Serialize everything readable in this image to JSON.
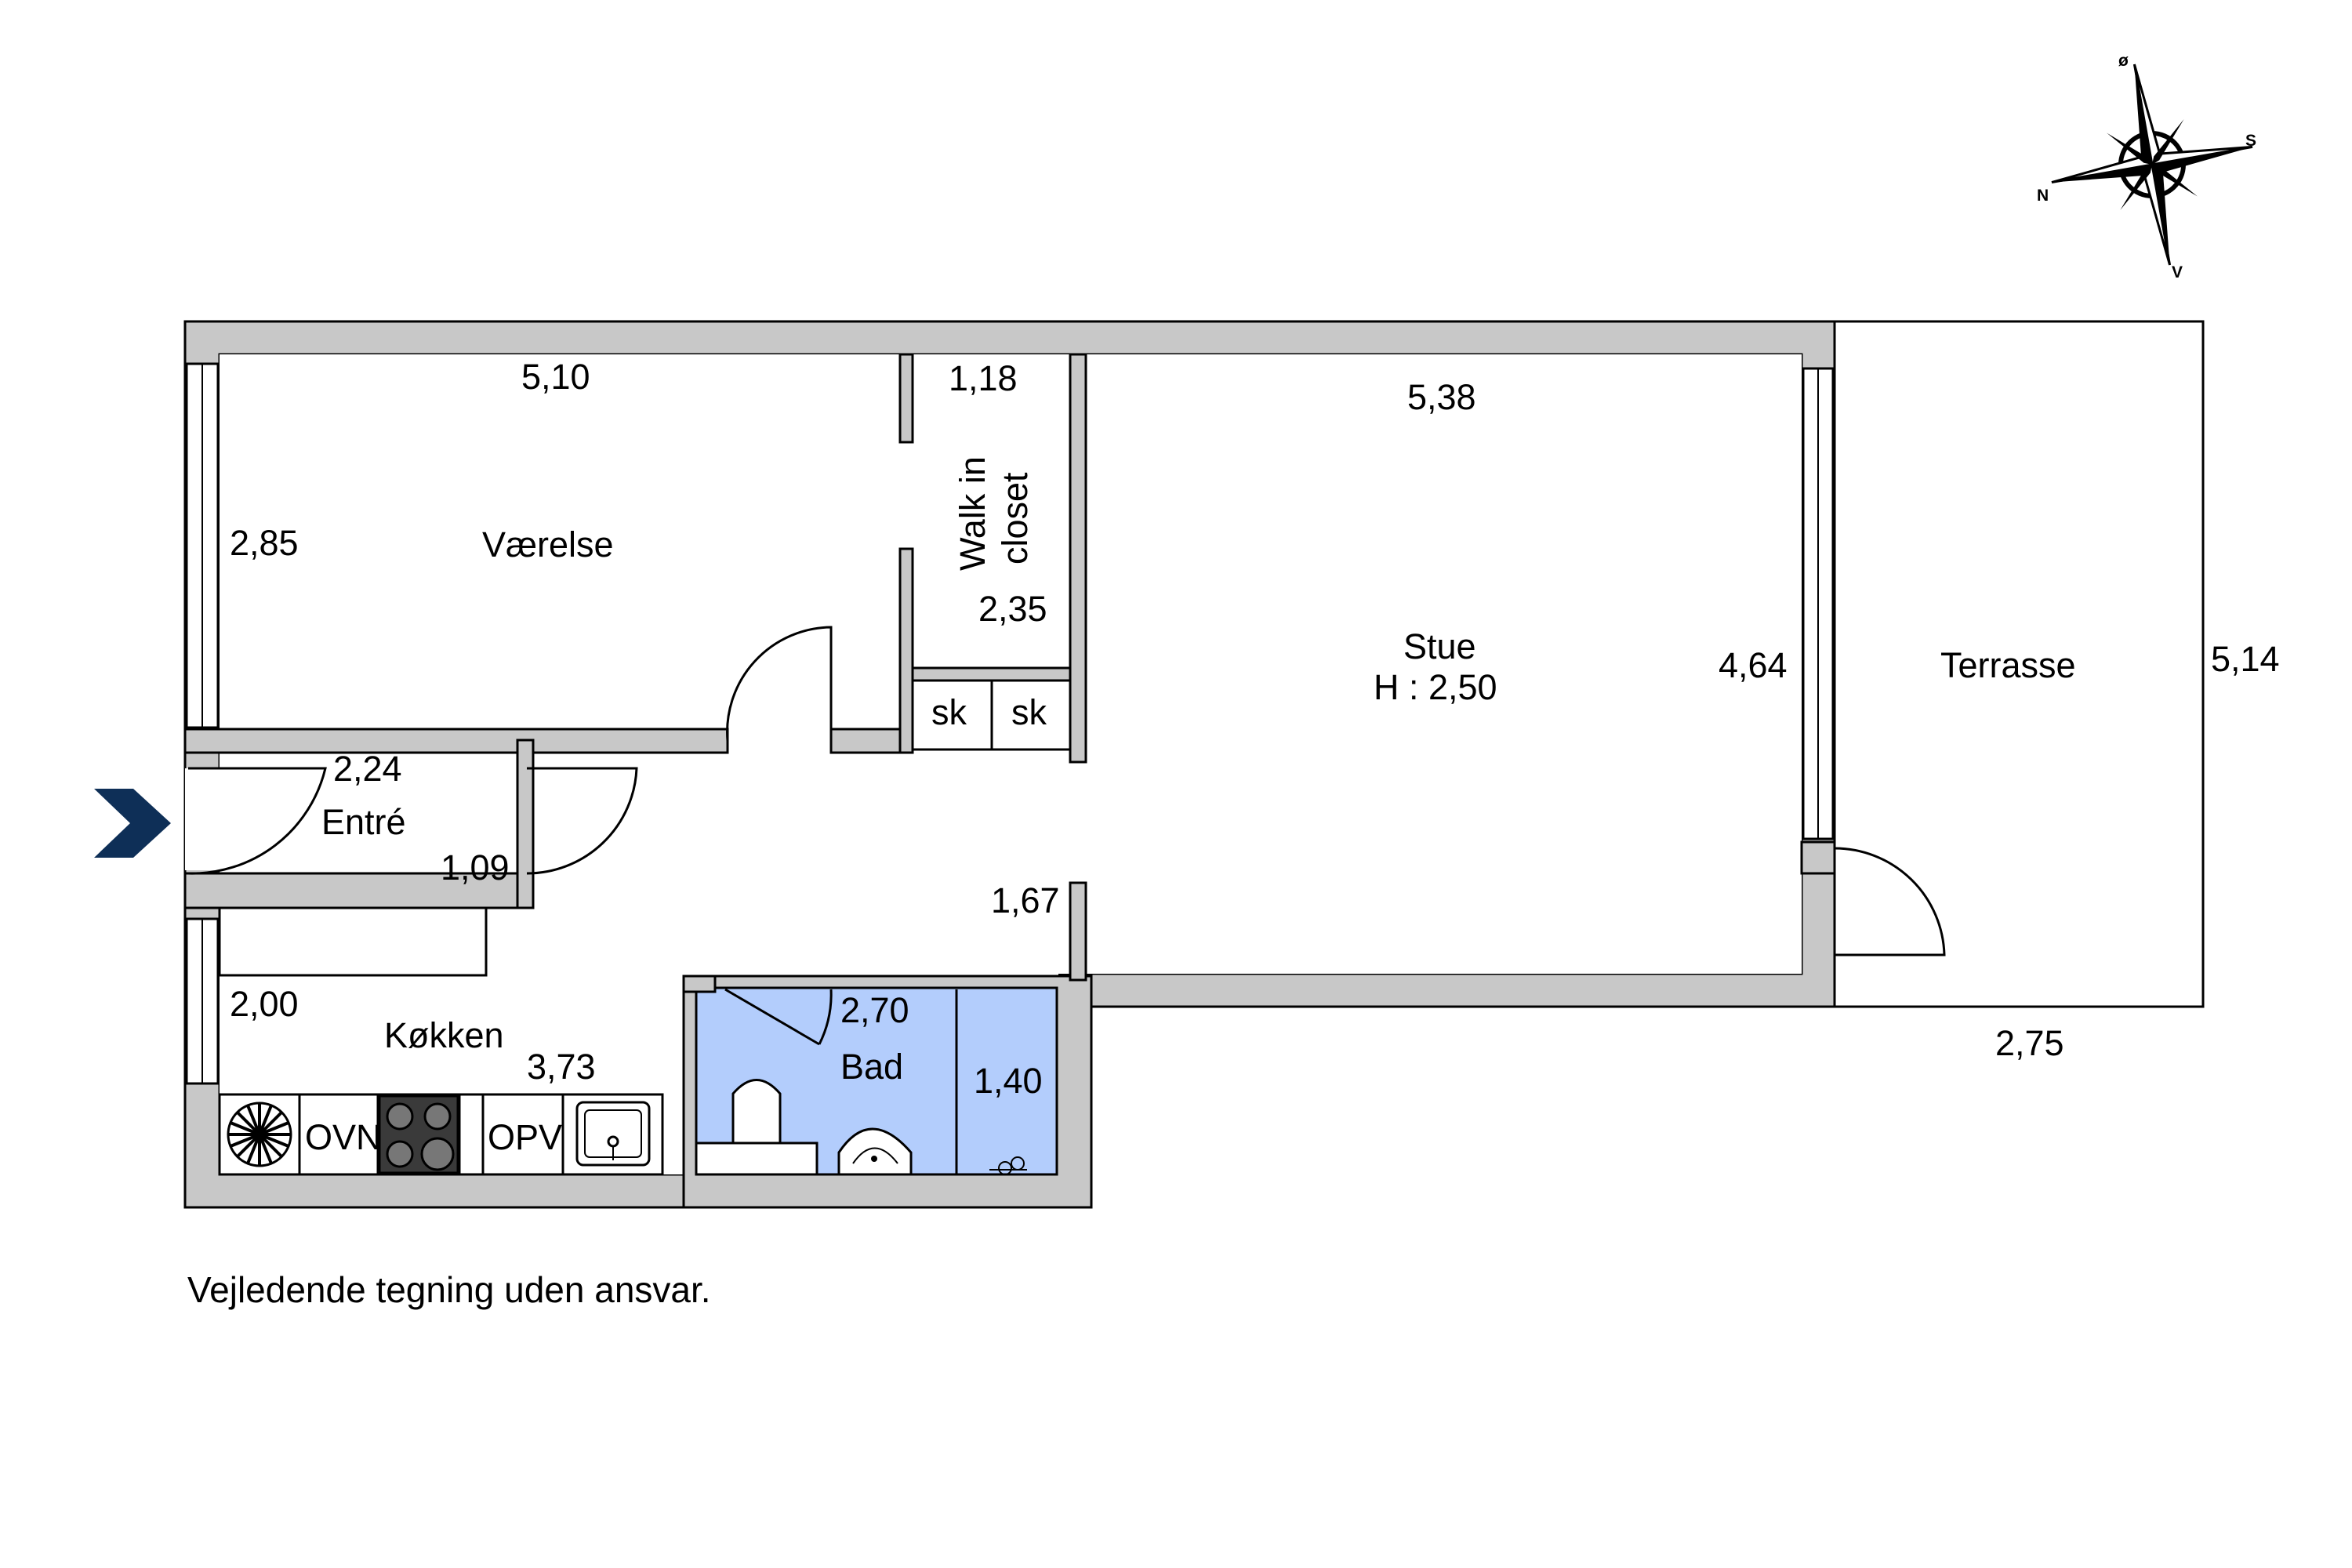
{
  "compass": {
    "north": "N",
    "east": "ø",
    "south": "S",
    "west": "V"
  },
  "rooms": {
    "vaerelse": {
      "name": "Værelse",
      "width": "5,10",
      "depth": "2,85"
    },
    "closet": {
      "name_line1": "Walk in",
      "name_line2": "closet",
      "width": "1,18",
      "depth": "2,35"
    },
    "sk1": "sk",
    "sk2": "sk",
    "stue": {
      "name": "Stue",
      "height": "H : 2,50",
      "width": "5,38",
      "depth": "4,64",
      "extra": "1,67"
    },
    "terrasse": {
      "name": "Terrasse",
      "depth": "5,14",
      "width": "2,75"
    },
    "entre": {
      "name": "Entré",
      "width": "2,24",
      "depth": "1,09"
    },
    "kokken": {
      "name": "Køkken",
      "depth": "2,00",
      "width": "3,73"
    },
    "bad": {
      "name": "Bad",
      "width": "2,70",
      "depth": "1,40"
    }
  },
  "appliances": {
    "oven": "OVN",
    "dishwasher": "OPV"
  },
  "colors": {
    "bath": "#b3cdfc",
    "wall": "#c8c8c8",
    "arrow": "#0e2f57"
  },
  "disclaimer": "Vejledende tegning uden ansvar."
}
